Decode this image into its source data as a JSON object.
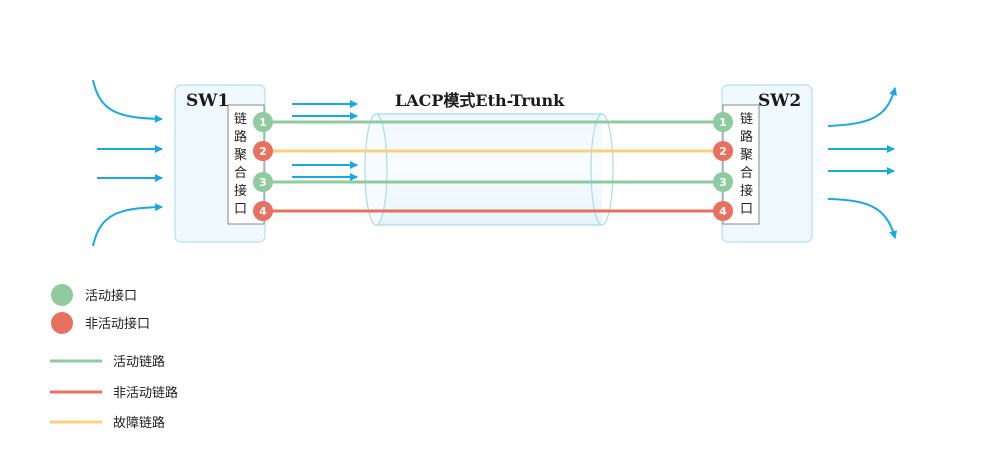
{
  "diagram": {
    "trunk_title": "LACP模式Eth-Trunk",
    "switch_left": {
      "name": "SW1",
      "agg_label": [
        "链",
        "路",
        "聚",
        "合",
        "接",
        "口"
      ]
    },
    "switch_right": {
      "name": "SW2",
      "agg_label": [
        "链",
        "路",
        "聚",
        "合",
        "接",
        "口"
      ]
    },
    "ports": [
      {
        "number": "1",
        "state": "active"
      },
      {
        "number": "2",
        "state": "inactive"
      },
      {
        "number": "3",
        "state": "active"
      },
      {
        "number": "4",
        "state": "inactive"
      }
    ],
    "links": [
      {
        "port": "1",
        "status": "active"
      },
      {
        "port": "2",
        "status": "fault"
      },
      {
        "port": "3",
        "status": "active"
      },
      {
        "port": "4",
        "status": "inactive"
      }
    ]
  },
  "legend": {
    "active_port": "活动接口",
    "inactive_port": "非活动接口",
    "active_link": "活动链路",
    "inactive_link": "非活动链路",
    "fault_link": "故障链路"
  },
  "colors": {
    "active": "#8fcb9f",
    "inactive": "#e8705f",
    "fault": "#f8d17a",
    "arrow": "#17a9e6",
    "switch_fill": "#f0f9fd",
    "switch_border": "#b3e0f2",
    "tube_border": "#a9dbee"
  }
}
